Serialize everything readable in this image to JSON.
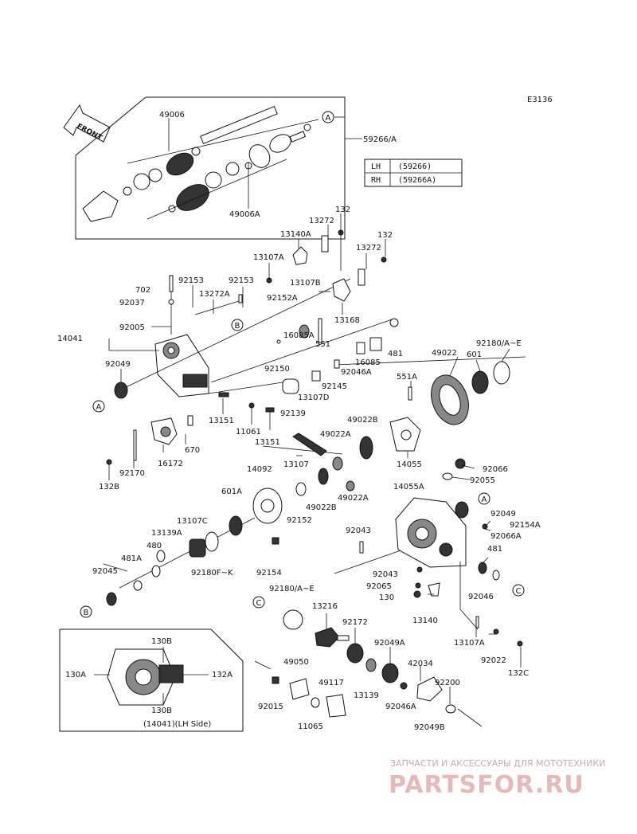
{
  "diagram_code": "E3136",
  "front_arrow_text": "FRONT",
  "table": {
    "rows": [
      {
        "side": "LH",
        "part": "(59266)"
      },
      {
        "side": "RH",
        "part": "(59266A)"
      }
    ]
  },
  "callouts": [
    "A",
    "B",
    "C"
  ],
  "inset_caption": "(14041)(LH Side)",
  "parts": {
    "p49006": "49006",
    "p59266A": "59266/A",
    "p49006A": "49006A",
    "p132a": "132",
    "p13272a": "13272",
    "p13140A": "13140A",
    "p132b": "132",
    "p13107A": "13107A",
    "p13272b": "13272",
    "p702": "702",
    "p92153a": "92153",
    "p92153b": "92153",
    "p13107B": "13107B",
    "p92037": "92037",
    "p13272A": "13272A",
    "p92152A": "92152A",
    "p14041": "14041",
    "p92005": "92005",
    "p13168": "13168",
    "p551": "551",
    "p16085A": "16085A",
    "p481a": "481",
    "p16085": "16085",
    "p92150": "92150",
    "p92046A": "92046A",
    "p49022": "49022",
    "p601": "601",
    "p92180AE": "92180/A~E",
    "p92049a": "92049",
    "p92145": "92145",
    "p551A": "551A",
    "p13107D": "13107D",
    "p92139": "92139",
    "p13151a": "13151",
    "p11061": "11061",
    "p13151b": "13151",
    "p49022B": "49022B",
    "p49022Aa": "49022A",
    "p670": "670",
    "p16172": "16172",
    "p92170": "92170",
    "p132B": "132B",
    "p13107": "13107",
    "p14055": "14055",
    "p92066": "92066",
    "p92055": "92055",
    "p14092": "14092",
    "p49022Ab": "49022A",
    "p49022Bb": "49022B",
    "p14055A": "14055A",
    "p601A": "601A",
    "p92152": "92152",
    "p92049b": "92049",
    "p92154A": "92154A",
    "p92066A": "92066A",
    "p13107C": "13107C",
    "p13139A": "13139A",
    "p92043a": "92043",
    "p480": "480",
    "p481A": "481A",
    "p92180FK": "92180F~K",
    "p92154": "92154",
    "p481b": "481",
    "p92045": "92045",
    "p92046": "92046",
    "p92043b": "92043",
    "p92065": "92065",
    "p130": "130",
    "p92180AE2": "92180/A~E",
    "p13140": "13140",
    "p13216": "13216",
    "p92172": "92172",
    "p13107A2": "13107A",
    "p92049A": "92049A",
    "p92022": "92022",
    "p132C": "132C",
    "p130Bt": "130B",
    "p130A": "130A",
    "p132A": "132A",
    "p130Bb": "130B",
    "p49050": "49050",
    "p42034": "42034",
    "p49117": "49117",
    "p92200": "92200",
    "p13139": "13139",
    "p92015": "92015",
    "p92046A2": "92046A",
    "p11065": "11065",
    "p92049B": "92049B"
  },
  "watermark": {
    "line1": "ЗАПЧАСТИ И АКСЕССУАРЫ ДЛЯ МОТОТЕХНИКИ",
    "line2": "PARTSFOR.RU"
  }
}
